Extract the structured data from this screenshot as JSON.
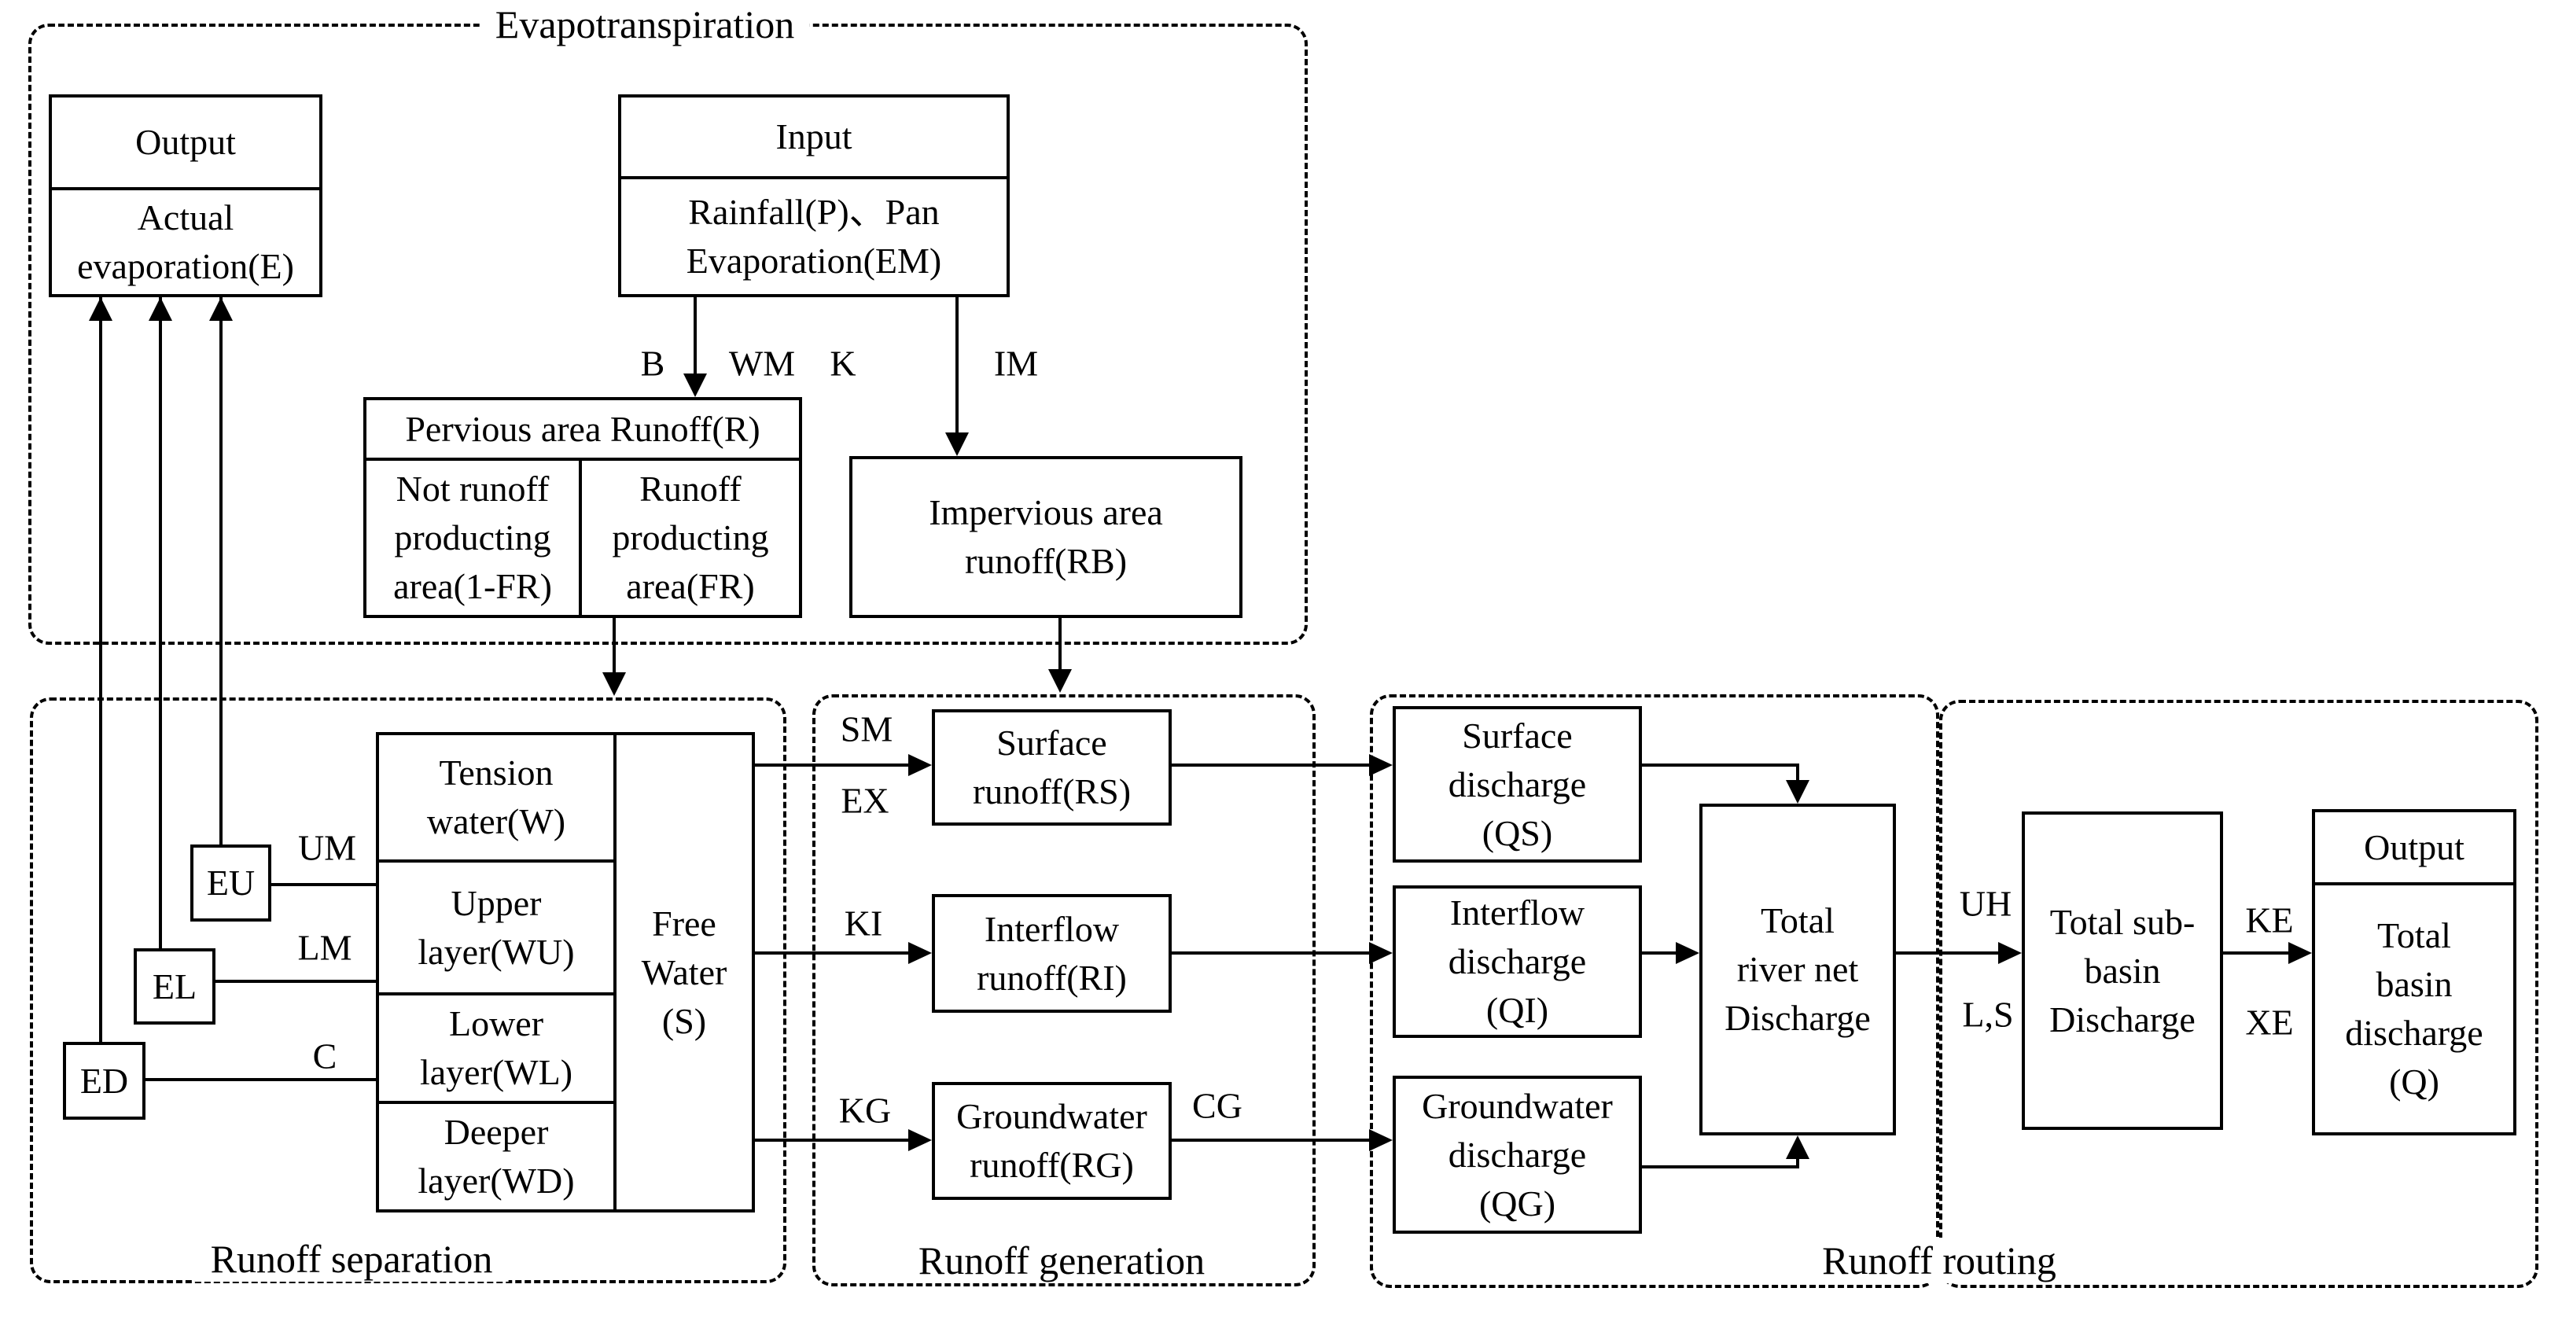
{
  "diagram": {
    "groups": {
      "evapotranspiration": "Evapotranspiration",
      "runoff_separation": "Runoff separation",
      "runoff_generation": "Runoff generation",
      "runoff_routing": "Runoff routing"
    },
    "nodes": {
      "output_top": {
        "header": "Output",
        "body": "Actual\nevaporation(E)"
      },
      "input": {
        "header": "Input",
        "body": "Rainfall(P)、Pan\nEvaporation(EM)"
      },
      "pervious": {
        "title": "Pervious area Runoff(R)",
        "not_producing_cell": "Not runoff\nproducting\narea(1-FR)",
        "producing_cell": "Runoff\nproducting\narea(FR)"
      },
      "impervious": "Impervious area\nrunoff(RB)",
      "soil": {
        "tension": "Tension\nwater(W)",
        "upper": "Upper\nlayer(WU)",
        "lower": "Lower\nlayer(WL)",
        "deeper": "Deeper\nlayer(WD)",
        "free_water": "Free\nWater\n(S)"
      },
      "eu": "EU",
      "el": "EL",
      "ed": "ED",
      "surface_runoff": "Surface\nrunoff(RS)",
      "interflow_runoff": "Interflow\nrunoff(RI)",
      "groundwater_runoff": "Groundwater\nrunoff(RG)",
      "surface_discharge": "Surface\ndischarge\n(QS)",
      "interflow_discharge": "Interflow\ndischarge\n(QI)",
      "groundwater_discharge": "Groundwater\ndischarge\n(QG)",
      "total_river_net": "Total\nriver net\nDischarge",
      "total_subbasin": "Total sub-\nbasin\nDischarge",
      "output_right": {
        "header": "Output",
        "body": "Total\nbasin\ndischarge\n(Q)"
      }
    },
    "parameters": {
      "b": "B",
      "wm": "WM",
      "k": "K",
      "im": "IM",
      "um": "UM",
      "lm": "LM",
      "c": "C",
      "sm": "SM",
      "ex": "EX",
      "ki": "KI",
      "kg": "KG",
      "cg": "CG",
      "uh": "UH",
      "ls": "L,S",
      "ke": "KE",
      "xe": "XE"
    }
  },
  "colors": {
    "line": "#000000",
    "background": "#ffffff",
    "text": "#000000"
  }
}
